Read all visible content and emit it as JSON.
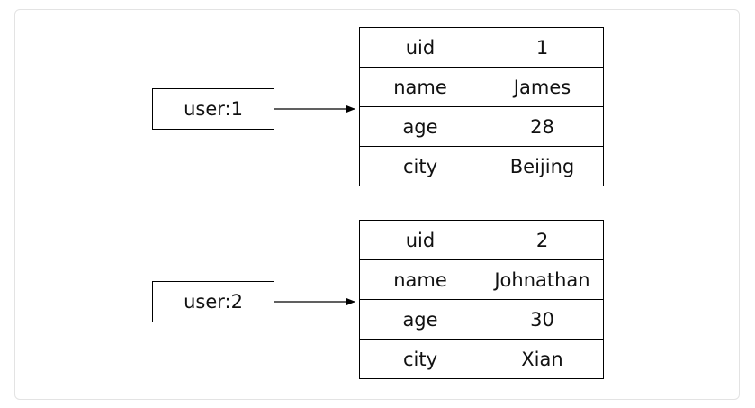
{
  "diagram": {
    "keys": [
      {
        "key": "user:1",
        "fields": [
          {
            "field": "uid",
            "value": "1"
          },
          {
            "field": "name",
            "value": "James"
          },
          {
            "field": "age",
            "value": "28"
          },
          {
            "field": "city",
            "value": "Beijing"
          }
        ]
      },
      {
        "key": "user:2",
        "fields": [
          {
            "field": "uid",
            "value": "2"
          },
          {
            "field": "name",
            "value": "Johnathan"
          },
          {
            "field": "age",
            "value": "30"
          },
          {
            "field": "city",
            "value": "Xian"
          }
        ]
      }
    ],
    "colors": {
      "line": "#000000",
      "frame_border": "#e3e3e3",
      "text": "#111111"
    }
  }
}
